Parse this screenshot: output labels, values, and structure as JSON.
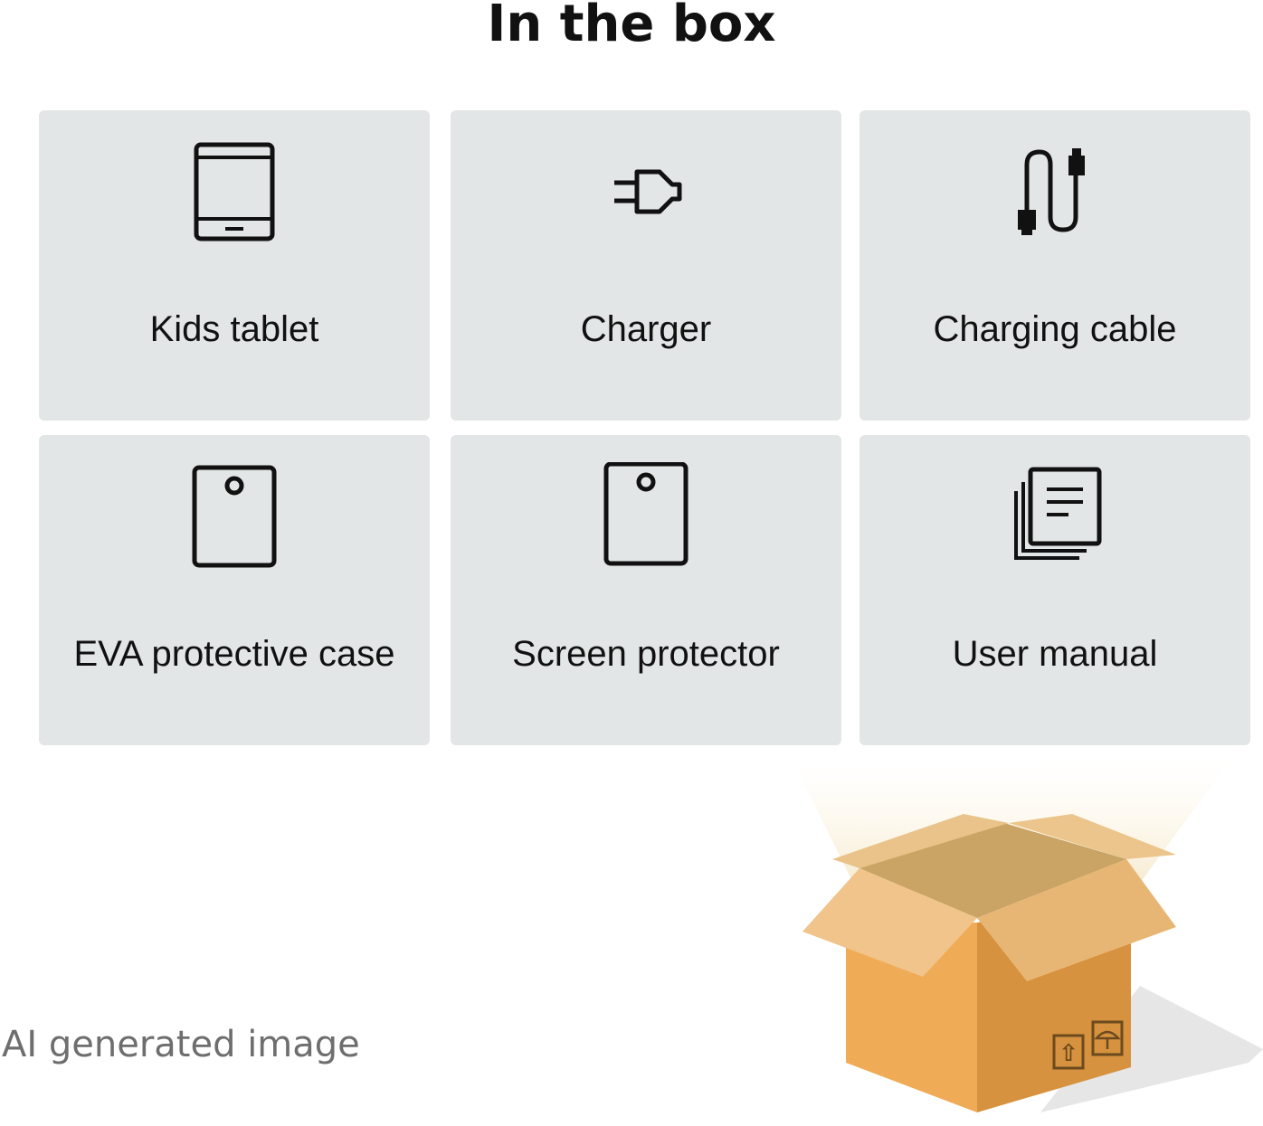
{
  "title": "In the box",
  "items": [
    {
      "label": "Kids tablet",
      "icon": "tablet-icon"
    },
    {
      "label": "Charger",
      "icon": "plug-icon"
    },
    {
      "label": "Charging cable",
      "icon": "cable-icon"
    },
    {
      "label": "EVA protective case",
      "icon": "case-icon"
    },
    {
      "label": "Screen protector",
      "icon": "screen-protector-icon"
    },
    {
      "label": "User manual",
      "icon": "manual-icon"
    }
  ],
  "footnote": "AI generated image",
  "colors": {
    "tile": "#e3e6e6",
    "text": "#111111",
    "box": "#e6a24c",
    "footnote": "#6e6e6e"
  }
}
